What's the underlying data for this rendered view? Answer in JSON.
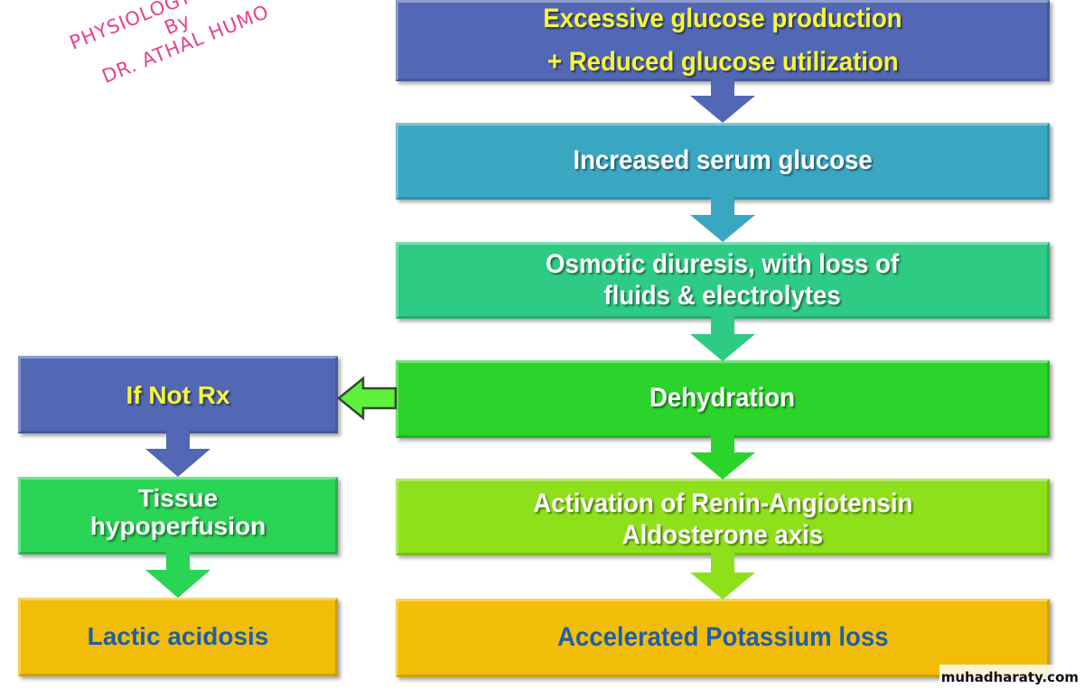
{
  "watermark": {
    "line1": "PHYSIOLOGY OF DKA",
    "line2": "By",
    "line3": "DR. ATHAL HUMO",
    "color": "#e8408a"
  },
  "main_chain": [
    {
      "id": "excessive-glucose",
      "lines": [
        "Excessive glucose production",
        "+ Reduced glucose utilization"
      ],
      "color": "#5268b4",
      "text_color": "#f7f73a"
    },
    {
      "id": "increased-serum-glucose",
      "lines": [
        "Increased serum glucose"
      ],
      "color": "#3aa7c2",
      "text_color": "#ffffff"
    },
    {
      "id": "osmotic-diuresis",
      "lines": [
        "Osmotic diuresis, with loss of",
        "fluids & electrolytes"
      ],
      "color": "#2ecb84",
      "text_color": "#ffffff"
    },
    {
      "id": "dehydration",
      "lines": [
        "Dehydration"
      ],
      "color": "#2ad42a",
      "text_color": "#ffffff"
    },
    {
      "id": "raa-activation",
      "lines": [
        "Activation of Renin-Angiotensin",
        "Aldosterone axis"
      ],
      "color": "#8ee01a",
      "text_color": "#ffffff"
    },
    {
      "id": "potassium-loss",
      "lines": [
        "Accelerated Potassium loss"
      ],
      "color": "#f2bd08",
      "text_color": "#1f5fa8"
    }
  ],
  "side_chain": [
    {
      "id": "if-not-rx",
      "lines": [
        "If Not Rx"
      ],
      "color": "#5268b4",
      "text_color": "#f7f73a"
    },
    {
      "id": "tissue-hypoperfusion",
      "lines": [
        "Tissue",
        "hypoperfusion"
      ],
      "color": "#2ad455",
      "text_color": "#ffffff"
    },
    {
      "id": "lactic-acidosis",
      "lines": [
        "Lactic acidosis"
      ],
      "color": "#f2bd08",
      "text_color": "#1f5fa8"
    }
  ],
  "arrows": {
    "main": [
      "#5268b4",
      "#3aa7c2",
      "#2ecb84",
      "#2ad42a",
      "#8ee01a"
    ],
    "side": [
      "#5268b4",
      "#2ad455"
    ],
    "branch": {
      "color": "#5ef03a",
      "direction": "left",
      "from": "dehydration",
      "to": "if-not-rx"
    }
  },
  "footer": {
    "site": "muhadharaty.com"
  }
}
